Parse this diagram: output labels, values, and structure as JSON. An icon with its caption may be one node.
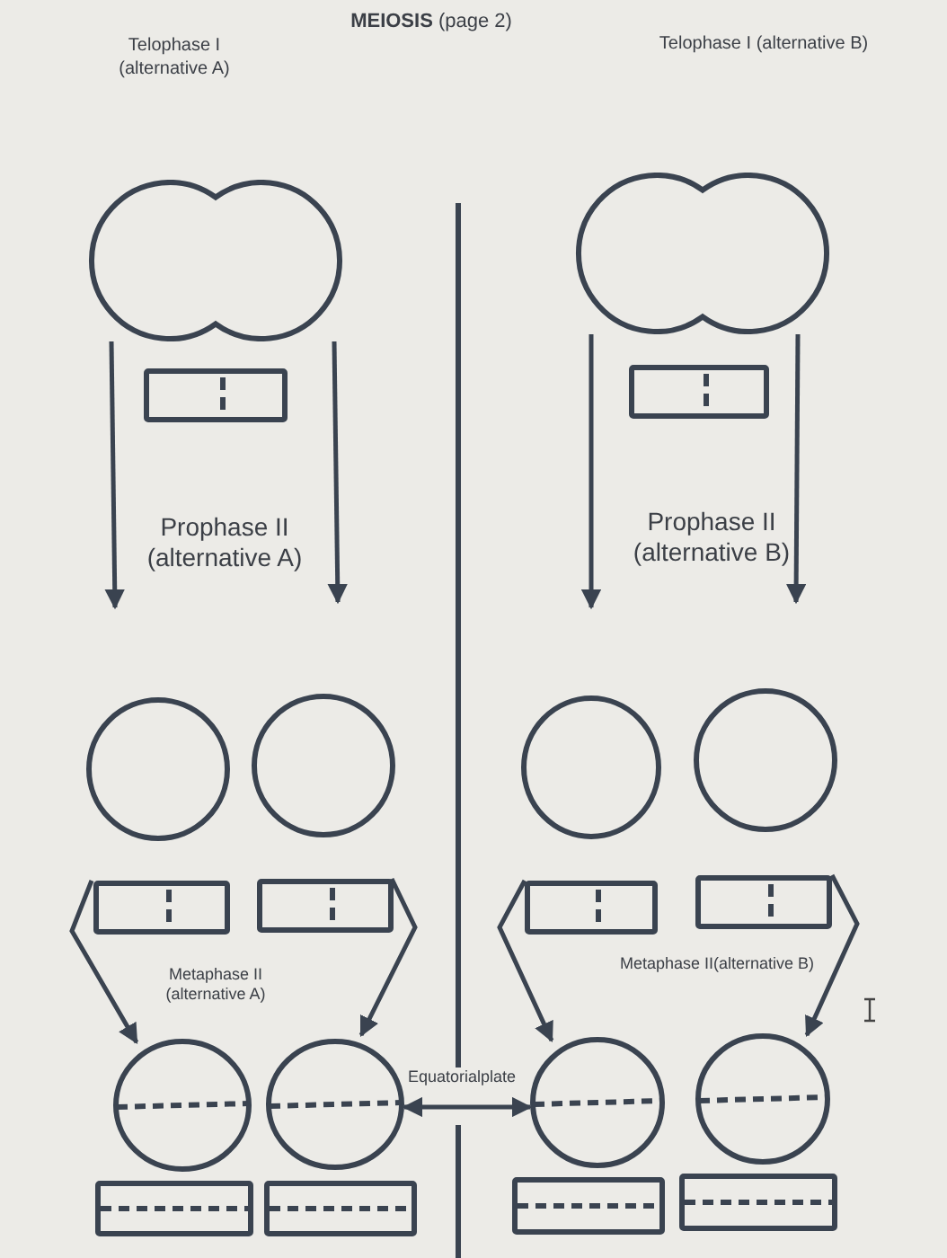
{
  "diagram": {
    "title": "**MEIOSIS** (page 2)",
    "nodes": [
      {
        "text": [],
        "shape": "circle"
      },
      {
        "text": [],
        "shape": "circle"
      },
      {
        "text": [],
        "shape": "box"
      },
      {
        "text": [],
        "shape": "box"
      },
      {
        "text": [],
        "shape": "circle"
      },
      {
        "text": [],
        "shape": "circle"
      },
      {
        "text": [],
        "shape": "circle"
      },
      {
        "text": [],
        "shape": "circle"
      },
      {
        "text": [],
        "shape": "box"
      },
      {
        "text": [],
        "shape": "box"
      },
      {
        "text": [],
        "shape": "box"
      },
      {
        "text": [],
        "shape": "box"
      },
      {
        "text": [],
        "shape": "circle"
      },
      {
        "text": [],
        "shape": "circle"
      },
      {
        "text": [],
        "shape": "circle"
      },
      {
        "text": [],
        "shape": "circle"
      },
      {
        "text": [],
        "shape": "box"
      },
      {
        "text": [],
        "shape": "box"
      },
      {
        "text": [],
        "shape": "box"
      },
      {
        "text": [],
        "shape": "box"
      }
    ],
    "edges": [
      {
        "from": 0,
        "to": null,
        "arrow": "to"
      },
      {
        "from": 0,
        "to": null,
        "arrow": "to"
      },
      {
        "from": 1,
        "to": null,
        "arrow": "to"
      },
      {
        "from": 1,
        "to": null,
        "arrow": "to"
      },
      {
        "from": 8,
        "to": 12,
        "arrow": "to"
      },
      {
        "from": 9,
        "to": 13,
        "arrow": "to"
      },
      {
        "from": 10,
        "to": 14,
        "arrow": "to"
      },
      {
        "from": 11,
        "to": 15,
        "arrow": "to"
      },
      {
        "from": 13,
        "to": 14,
        "arrow": "both",
        "label": "Equatorialplate"
      }
    ],
    "labels": [
      "Telophase I (alternative A)",
      "Telophase I (alternative B)",
      "Prophase II (alternative A)",
      "Prophase II (alternative B)",
      "Metaphase II (alternative A)",
      "Metaphase II(alternative B)"
    ]
  }
}
